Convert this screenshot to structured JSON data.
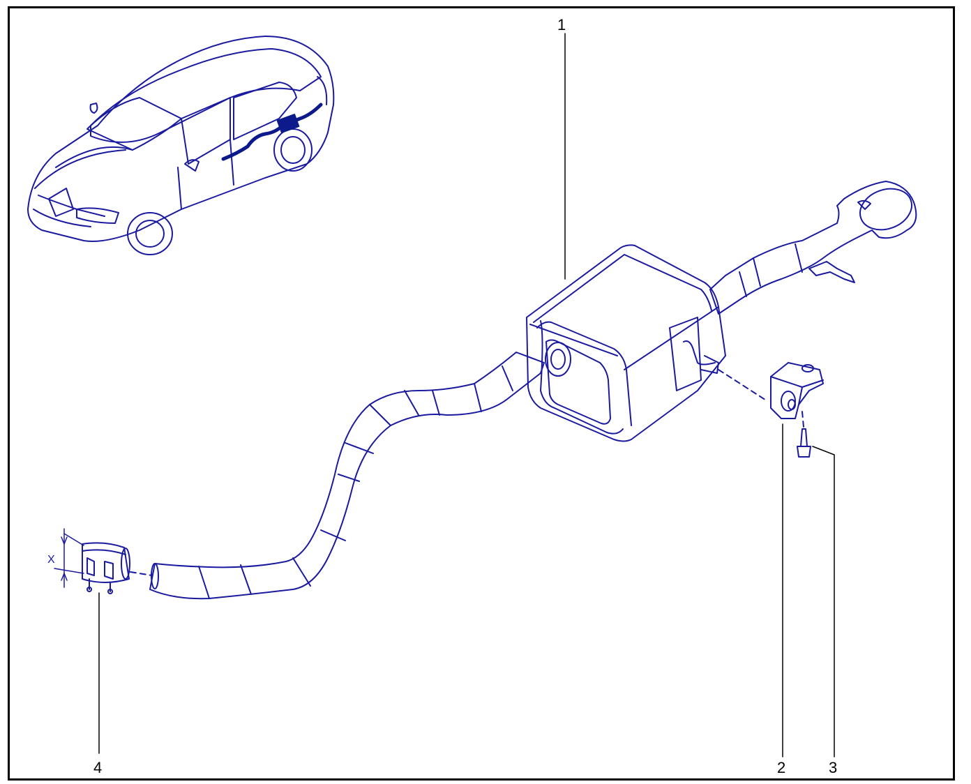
{
  "diagram": {
    "line_color": "#1a1aa0",
    "fill_color": "#ffffff",
    "dark_fill": "#0d1a8c",
    "callouts": {
      "muffler": "1",
      "bracket": "2",
      "bolt": "3",
      "clamp": "4"
    },
    "dimension_label": "X"
  }
}
